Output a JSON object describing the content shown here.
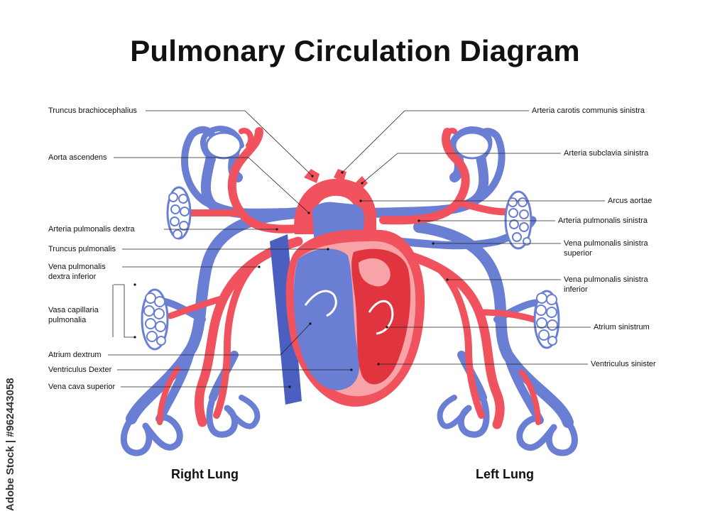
{
  "title": "Pulmonary Circulation Diagram",
  "labels_left": [
    {
      "id": "truncus-brachiocephalius",
      "text": "Truncus brachiocephalius"
    },
    {
      "id": "aorta-ascendens",
      "text": "Aorta ascendens"
    },
    {
      "id": "arteria-pulmonalis-dextra",
      "text": "Arteria pulmonalis dextra"
    },
    {
      "id": "truncus-pulmonalis",
      "text": "Truncus pulmonalis"
    },
    {
      "id": "vena-pulmonalis-dextra-inferior",
      "line1": "Vena pulmonalis",
      "line2": "dextra inferior"
    },
    {
      "id": "vasa-capillaria-pulmonalia",
      "line1": "Vasa capillaria",
      "line2": "pulmonalia"
    },
    {
      "id": "atrium-dextrum",
      "text": "Atrium dextrum"
    },
    {
      "id": "ventriculus-dexter",
      "text": "Ventriculus Dexter"
    },
    {
      "id": "vena-cava-superior",
      "text": "Vena cava superior"
    }
  ],
  "labels_right": [
    {
      "id": "arteria-carotis-communis-sinistra",
      "text": "Arteria carotis communis sinistra"
    },
    {
      "id": "arteria-subclavia-sinistra",
      "text": "Arteria subclavia sinistra"
    },
    {
      "id": "arcus-aortae",
      "text": "Arcus aortae"
    },
    {
      "id": "arteria-pulmonalis-sinistra",
      "text": "Arteria pulmonalis sinistra"
    },
    {
      "id": "vena-pulmonalis-sinistra-superior",
      "line1": "Vena pulmonalis sinistra",
      "line2": "superior"
    },
    {
      "id": "vena-pulmonalis-sinistra-inferior",
      "line1": "Vena pulmonalis sinistra",
      "line2": "inferior"
    },
    {
      "id": "atrium-sinistrum",
      "text": "Atrium sinistrum"
    },
    {
      "id": "ventriculus-sinister",
      "text": "Ventriculus sinister"
    }
  ],
  "lungs": {
    "right": "Right Lung",
    "left": "Left Lung"
  },
  "watermark": "Adobe Stock | #962443058",
  "colors": {
    "artery": "#f0525e",
    "vein": "#6a7fd4",
    "vein_dark": "#4a5fc0",
    "heart_light": "#f7a3a8",
    "heart_dark": "#e0343f",
    "outline": "#ffffff"
  }
}
